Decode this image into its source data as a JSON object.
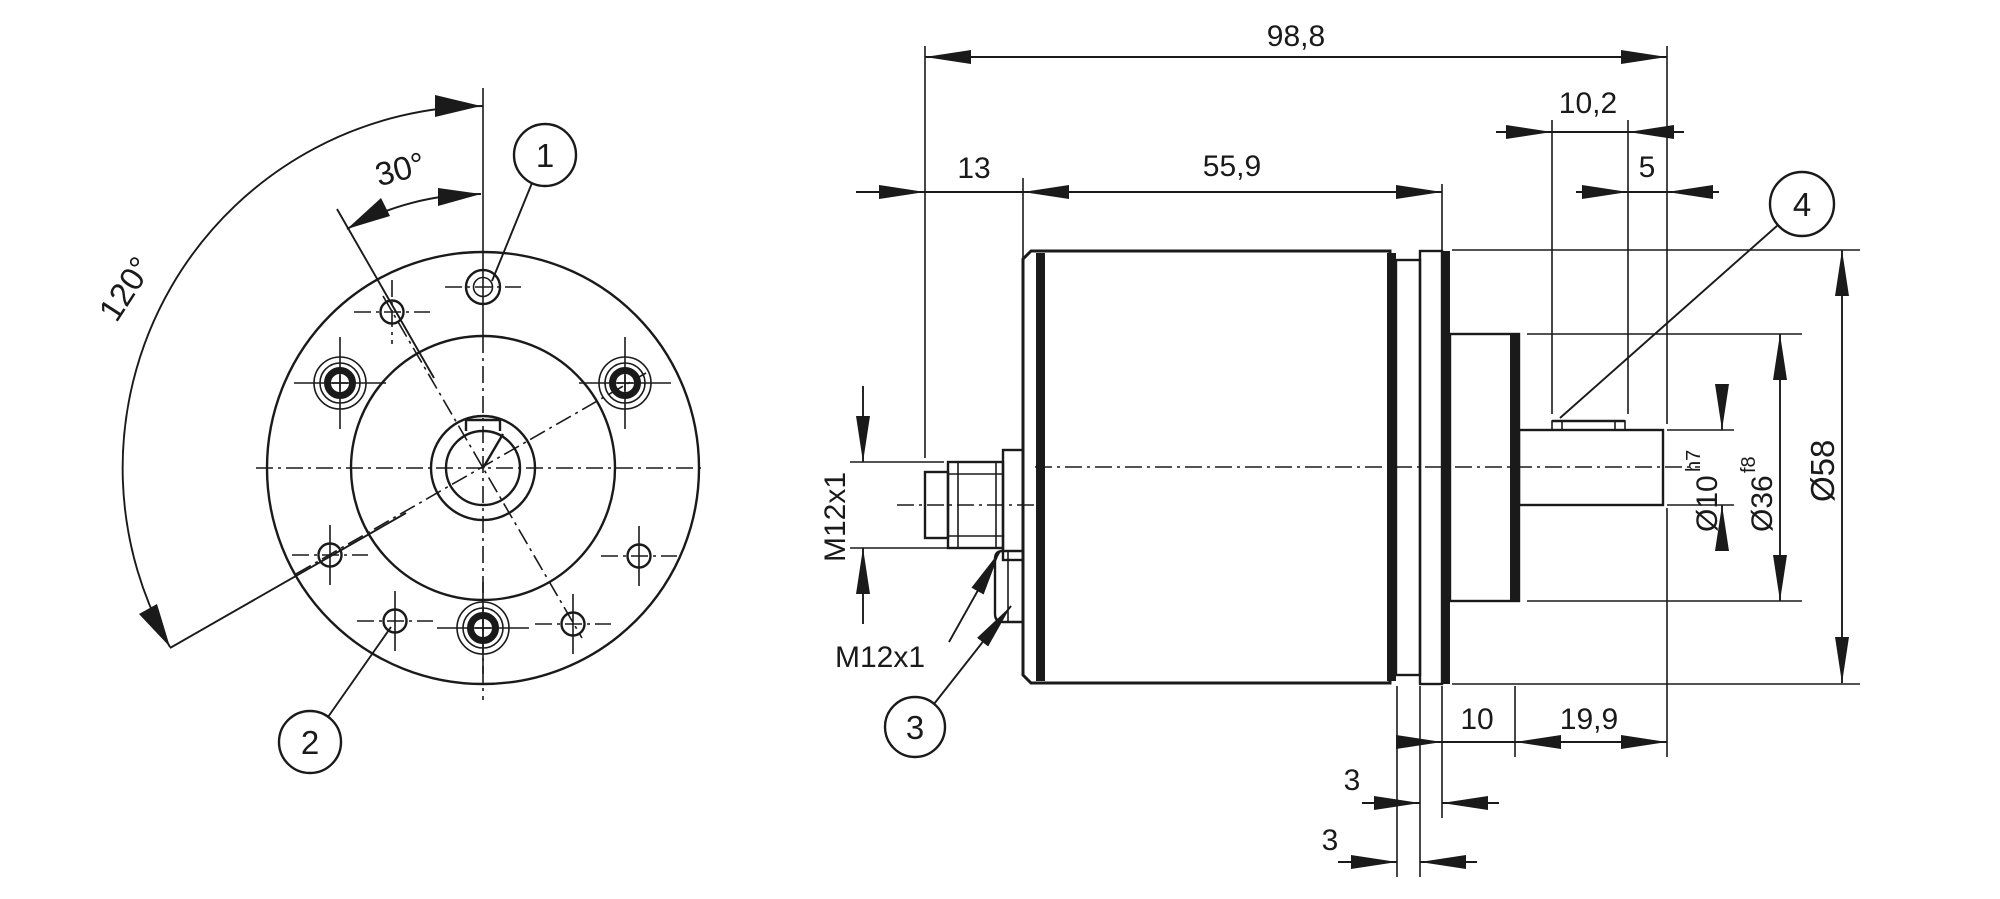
{
  "colors": {
    "line": "#1a1a1a",
    "background": "#ffffff"
  },
  "front_view": {
    "angle_dim_small": "30°",
    "angle_dim_large": "120°",
    "callout_1": "1",
    "callout_2": "2"
  },
  "side_view": {
    "dim_overall_length": "98,8",
    "dim_connector_offset": "13",
    "dim_body_length": "55,9",
    "dim_flat_length": "10,2",
    "dim_flat_to_shaft_end": "5",
    "dim_flange_thickness": "10",
    "dim_shaft_length": "19,9",
    "dim_spacer_front": "3",
    "dim_spacer_rear": "3",
    "label_thread_axial": "M12x1",
    "label_thread_radial": "M12x1",
    "dia_shaft": "Ø10",
    "dia_shaft_tol": "h7",
    "dia_hub": "Ø36",
    "dia_hub_tol": "f8",
    "dia_flange": "Ø58",
    "callout_3": "3",
    "callout_4": "4"
  }
}
